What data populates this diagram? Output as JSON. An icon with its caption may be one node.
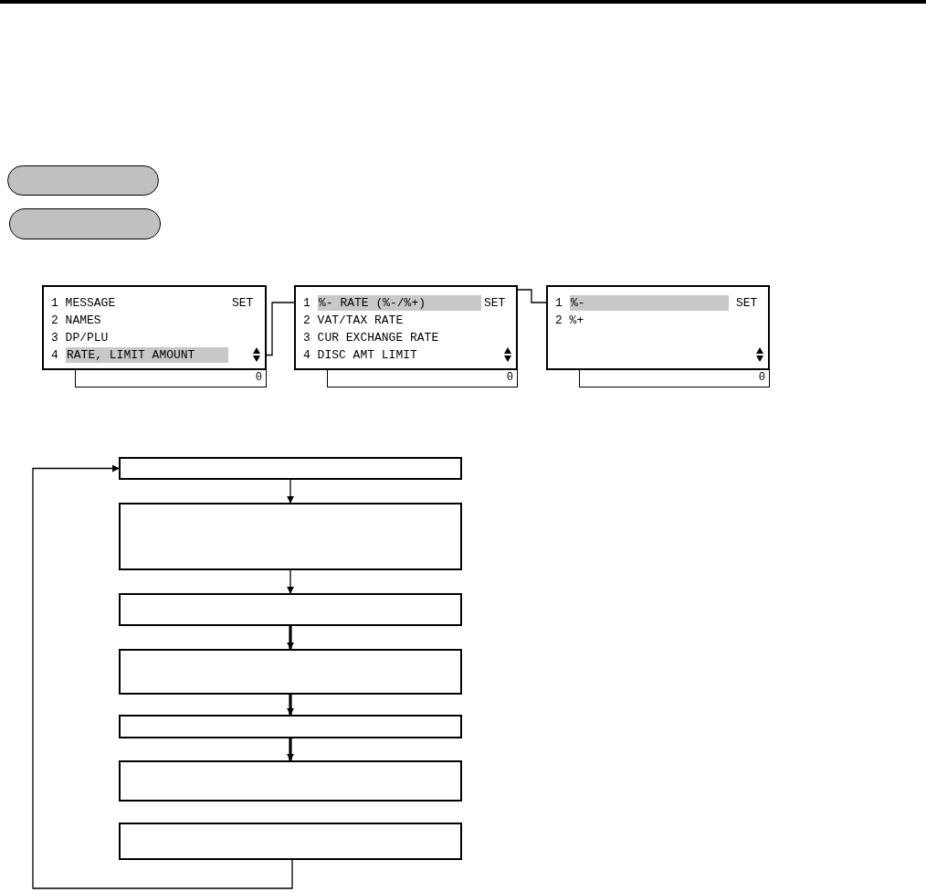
{
  "diagram": {
    "nodes": [
      {
        "text": [],
        "shape": "pill"
      },
      {
        "text": [],
        "shape": "pill"
      },
      {
        "text": [
          "1 MESSAGE",
          "SET",
          "2 NAMES",
          "3 DP/PLU",
          "4"
        ]
      },
      {
        "text": [
          "RATE, LIMIT AMOUNT"
        ],
        "in": 2
      },
      {
        "text": [
          "0"
        ]
      },
      {
        "text": [
          "1",
          "SET",
          "2 VAT/TAX RATE",
          "3 CUR EXCHANGE RATE",
          "4 DISC AMT LIMIT"
        ]
      },
      {
        "text": [
          "%- RATE (%-/%+)"
        ],
        "in": 5
      },
      {
        "text": [
          "0"
        ]
      },
      {
        "text": [
          "1",
          "SET",
          "2 %+"
        ]
      },
      {
        "text": [
          "%-"
        ],
        "in": 8
      },
      {
        "text": [
          "0"
        ]
      },
      {
        "text": [],
        "shape": "box"
      },
      {
        "text": [],
        "shape": "box"
      },
      {
        "text": [],
        "shape": "box"
      },
      {
        "text": [],
        "shape": "box"
      },
      {
        "text": [],
        "shape": "box"
      },
      {
        "text": [],
        "shape": "box"
      },
      {
        "text": [],
        "shape": "box"
      }
    ],
    "edges": [
      {
        "from": 3,
        "to": 5,
        "arrow": "none"
      },
      {
        "from": 6,
        "to": 8,
        "arrow": "none"
      },
      {
        "from": 11,
        "to": 12,
        "arrow": "to"
      },
      {
        "from": 12,
        "to": 13,
        "arrow": "to"
      },
      {
        "from": 13,
        "to": 14,
        "arrow": "to",
        "style": "thick"
      },
      {
        "from": 14,
        "to": 15,
        "arrow": "to",
        "style": "thick"
      },
      {
        "from": 15,
        "to": 16,
        "arrow": "to",
        "style": "thick"
      },
      {
        "from": 17,
        "to": 11,
        "arrow": "to"
      }
    ]
  }
}
